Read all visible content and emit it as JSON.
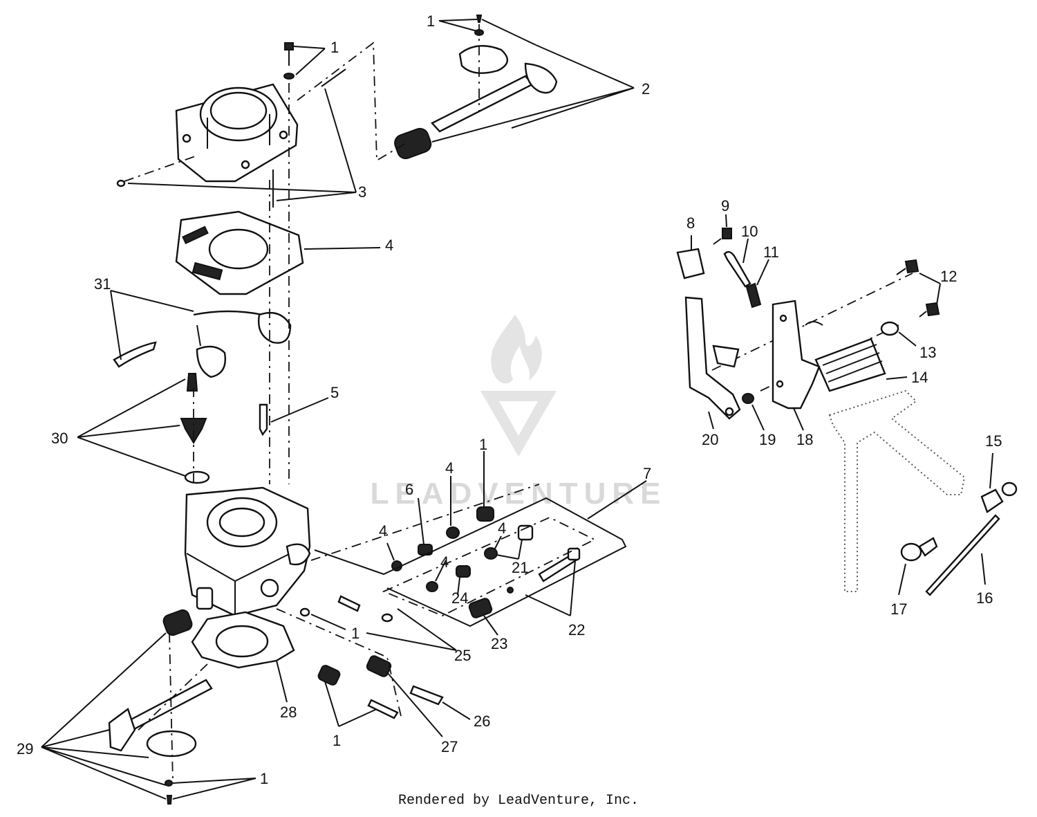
{
  "watermark": {
    "text": "LEADVENTURE",
    "color": "#d9d9d9"
  },
  "footer": {
    "text": "Rendered by LeadVenture, Inc."
  },
  "callouts": [
    {
      "id": "c1a",
      "label": "1"
    },
    {
      "id": "c1b",
      "label": "1"
    },
    {
      "id": "c2",
      "label": "2"
    },
    {
      "id": "c3",
      "label": "3"
    },
    {
      "id": "c4a",
      "label": "4"
    },
    {
      "id": "c31",
      "label": "31"
    },
    {
      "id": "c5",
      "label": "5"
    },
    {
      "id": "c30",
      "label": "30"
    },
    {
      "id": "c1c",
      "label": "1"
    },
    {
      "id": "c4b",
      "label": "4"
    },
    {
      "id": "c6",
      "label": "6"
    },
    {
      "id": "c4c",
      "label": "4"
    },
    {
      "id": "c7",
      "label": "7"
    },
    {
      "id": "c4d",
      "label": "4"
    },
    {
      "id": "c21",
      "label": "21"
    },
    {
      "id": "c4e",
      "label": "4"
    },
    {
      "id": "c24",
      "label": "24"
    },
    {
      "id": "c22",
      "label": "22"
    },
    {
      "id": "c23",
      "label": "23"
    },
    {
      "id": "c1d",
      "label": "1"
    },
    {
      "id": "c25",
      "label": "25"
    },
    {
      "id": "c28",
      "label": "28"
    },
    {
      "id": "c26",
      "label": "26"
    },
    {
      "id": "c1e",
      "label": "1"
    },
    {
      "id": "c27",
      "label": "27"
    },
    {
      "id": "c29",
      "label": "29"
    },
    {
      "id": "c1f",
      "label": "1"
    },
    {
      "id": "c8",
      "label": "8"
    },
    {
      "id": "c9",
      "label": "9"
    },
    {
      "id": "c10",
      "label": "10"
    },
    {
      "id": "c11",
      "label": "11"
    },
    {
      "id": "c12",
      "label": "12"
    },
    {
      "id": "c13",
      "label": "13"
    },
    {
      "id": "c14",
      "label": "14"
    },
    {
      "id": "c20",
      "label": "20"
    },
    {
      "id": "c19",
      "label": "19"
    },
    {
      "id": "c18",
      "label": "18"
    },
    {
      "id": "c15",
      "label": "15"
    },
    {
      "id": "c16",
      "label": "16"
    },
    {
      "id": "c17",
      "label": "17"
    }
  ]
}
